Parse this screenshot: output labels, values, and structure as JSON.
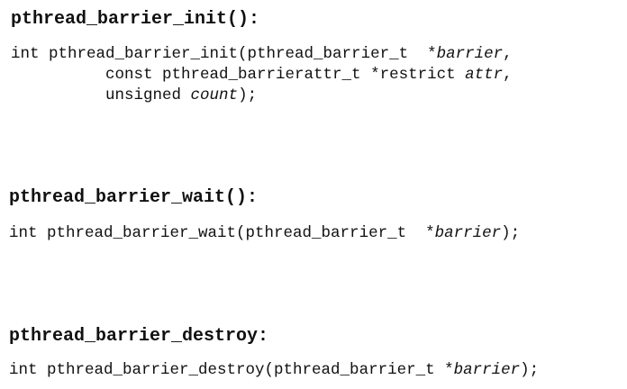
{
  "sections": [
    {
      "heading": "pthread_barrier_init():",
      "lines": [
        [
          {
            "t": "int pthread_barrier_init(pthread_barrier_t  "
          },
          {
            "t": "*"
          },
          {
            "t": "barrier",
            "i": true
          },
          {
            "t": ","
          }
        ],
        [
          {
            "t": "          const pthread_barrierattr_t *restrict "
          },
          {
            "t": "attr",
            "i": true
          },
          {
            "t": ","
          }
        ],
        [
          {
            "t": "          unsigned "
          },
          {
            "t": "count",
            "i": true
          },
          {
            "t": ");"
          }
        ]
      ]
    },
    {
      "heading": "pthread_barrier_wait():",
      "lines": [
        [
          {
            "t": "int pthread_barrier_wait(pthread_barrier_t  "
          },
          {
            "t": "*"
          },
          {
            "t": "barrier",
            "i": true
          },
          {
            "t": ");"
          }
        ]
      ]
    },
    {
      "heading": "pthread_barrier_destroy:",
      "lines": [
        [
          {
            "t": "int pthread_barrier_destroy(pthread_barrier_t "
          },
          {
            "t": "*"
          },
          {
            "t": "barrier",
            "i": true
          },
          {
            "t": ");"
          }
        ]
      ]
    }
  ]
}
